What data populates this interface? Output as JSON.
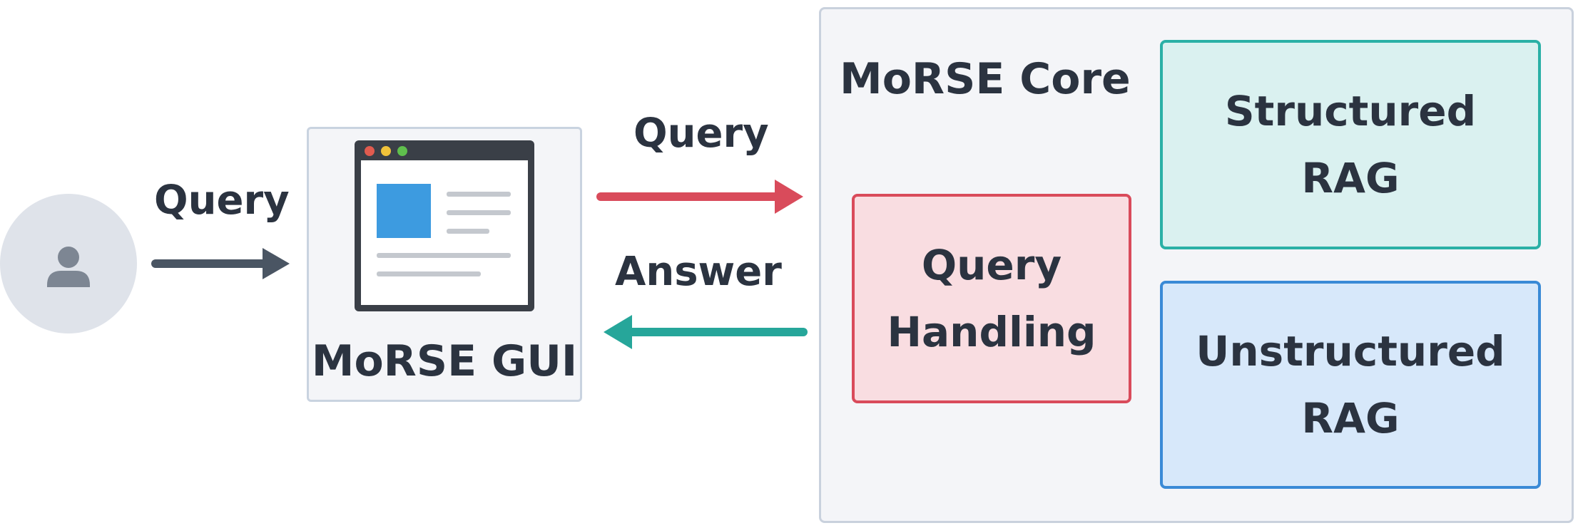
{
  "user": {
    "icon": "user-icon"
  },
  "arrows": {
    "user_to_gui": {
      "label": "Query",
      "color": "#4a5563"
    },
    "gui_to_core": {
      "label": "Query",
      "color": "#d94b5b"
    },
    "core_to_gui": {
      "label": "Answer",
      "color": "#26a69a"
    }
  },
  "gui": {
    "title": "MoRSE GUI",
    "window_dots": [
      "#e05b4f",
      "#f0c23a",
      "#5fbf4d"
    ],
    "content_block_color": "#3d9be0"
  },
  "core": {
    "title": "MoRSE Core",
    "query_handling": {
      "line1": "Query",
      "line2": "Handling"
    },
    "structured_rag": {
      "line1": "Structured",
      "line2": "RAG"
    },
    "unstructured_rag": {
      "line1": "Unstructured",
      "line2": "RAG"
    }
  }
}
